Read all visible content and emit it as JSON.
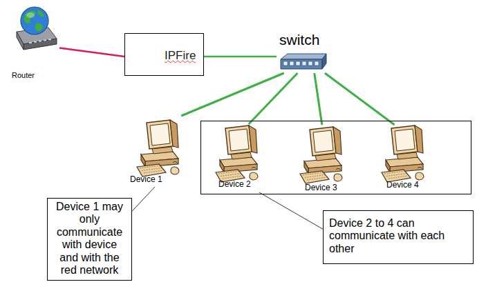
{
  "diagram": {
    "nodes": [
      {
        "text": [
          "Router"
        ]
      },
      {
        "text": [
          "IPFire"
        ]
      },
      {
        "text": [
          "switch"
        ]
      },
      {
        "text": [
          "Device 1"
        ]
      },
      {
        "text": []
      },
      {
        "text": [
          "Device 2"
        ],
        "in": 4
      },
      {
        "text": [
          "Device 3"
        ],
        "in": 4
      },
      {
        "text": [
          "Device 4"
        ],
        "in": 4
      },
      {
        "text": [
          "Device 1 may only communicate with device and with the red network"
        ]
      },
      {
        "text": [
          "Device 2 to 4 can communicate with each other"
        ]
      }
    ],
    "edges": [
      {
        "from": 0,
        "to": 1,
        "arrow": "none"
      },
      {
        "from": 1,
        "to": 2,
        "arrow": "none"
      },
      {
        "from": 2,
        "to": 3,
        "arrow": "none"
      },
      {
        "from": 2,
        "to": 5,
        "arrow": "none"
      },
      {
        "from": 2,
        "to": 6,
        "arrow": "none"
      },
      {
        "from": 2,
        "to": 7,
        "arrow": "none"
      },
      {
        "from": 8,
        "to": 3,
        "arrow": "none"
      },
      {
        "from": 9,
        "to": 4,
        "arrow": "none"
      }
    ]
  }
}
